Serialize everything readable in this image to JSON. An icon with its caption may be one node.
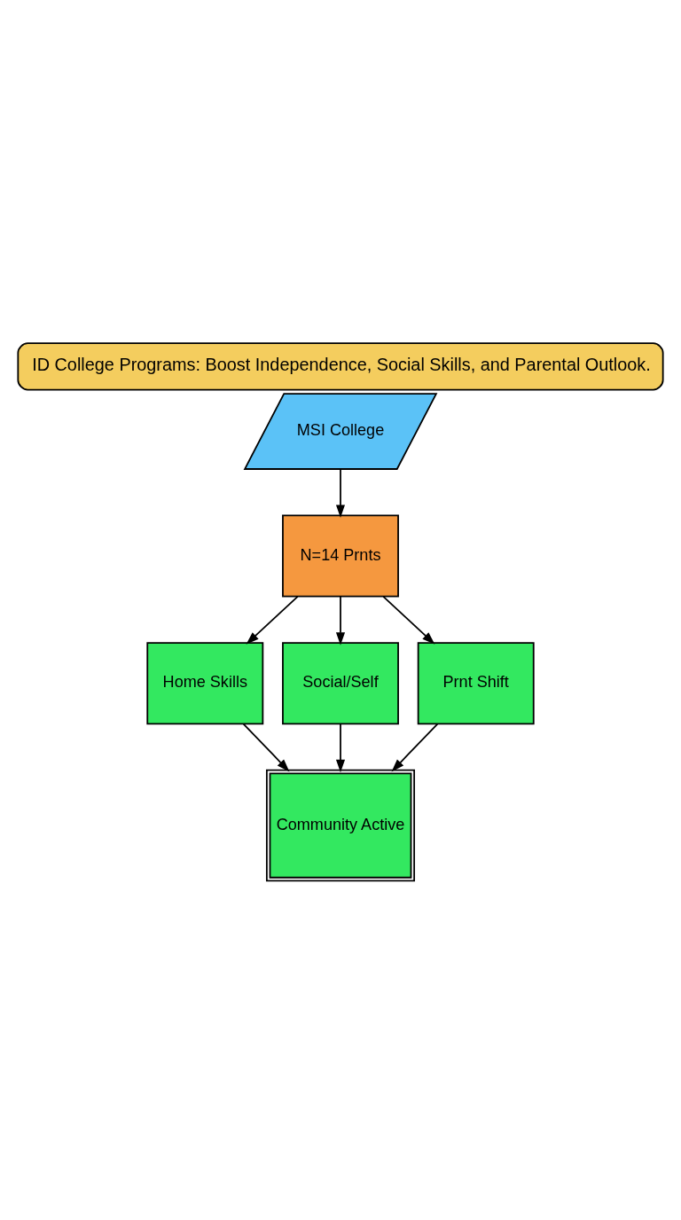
{
  "diagram": {
    "title": "ID College Programs: Boost Independence, Social Skills, and Parental Outlook.",
    "nodes": [
      {
        "text": [
          "MSI College"
        ]
      },
      {
        "text": [
          "N=14 Prnts"
        ]
      },
      {
        "text": [
          "Home Skills"
        ]
      },
      {
        "text": [
          "Social/Self"
        ]
      },
      {
        "text": [
          "Prnt Shift"
        ]
      },
      {
        "text": [
          "Community Active"
        ]
      }
    ],
    "edges": [
      {
        "from": 0,
        "to": 1,
        "arrow": "to"
      },
      {
        "from": 1,
        "to": 2,
        "arrow": "to"
      },
      {
        "from": 1,
        "to": 3,
        "arrow": "to"
      },
      {
        "from": 1,
        "to": 4,
        "arrow": "to"
      },
      {
        "from": 2,
        "to": 5,
        "arrow": "to"
      },
      {
        "from": 3,
        "to": 5,
        "arrow": "to"
      },
      {
        "from": 4,
        "to": 5,
        "arrow": "to"
      }
    ]
  }
}
